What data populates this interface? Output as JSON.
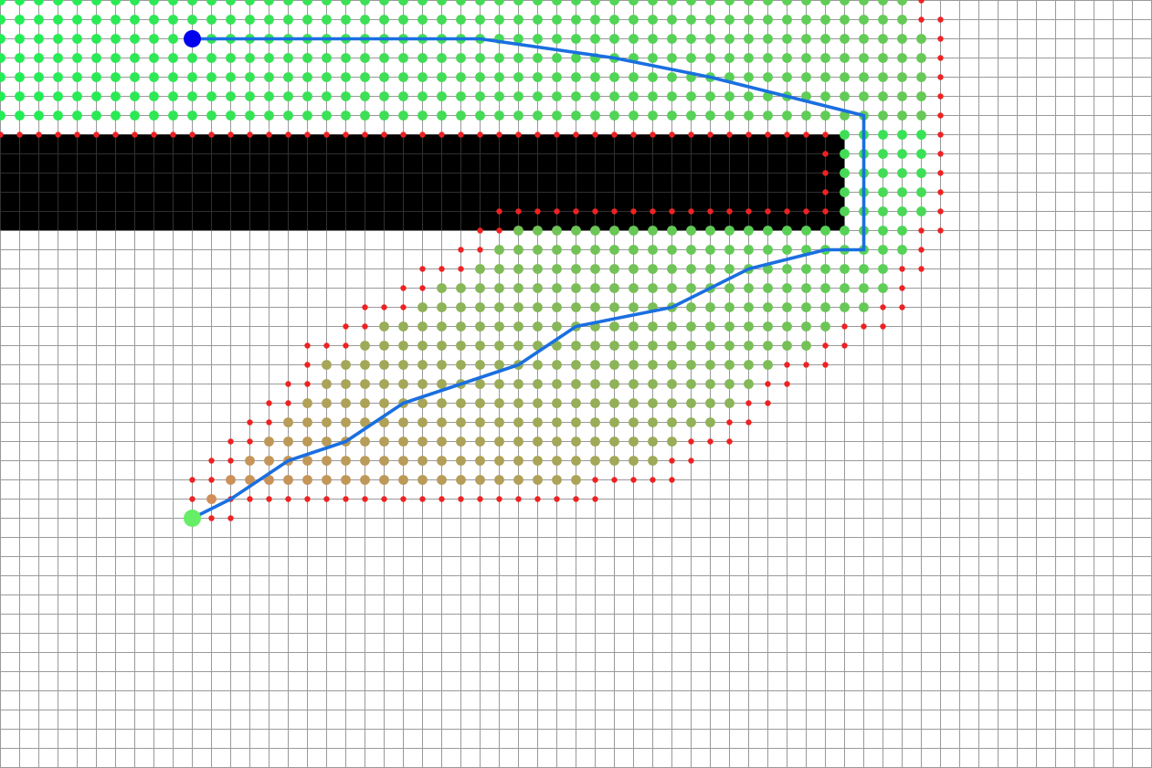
{
  "grid": {
    "columns": 60,
    "rows": 40,
    "line_color": "#9a9a9a",
    "background_color": "#ffffff"
  },
  "obstacle": {
    "color": "#000000",
    "col_start": 0,
    "col_end": 43,
    "row_start": 7,
    "row_end": 11
  },
  "start_node": {
    "col": 10,
    "row": 27,
    "color": "#66ee66"
  },
  "goal_node": {
    "col": 10,
    "row": 2,
    "color": "#0000ee"
  },
  "frontier_color": "#ee2222",
  "visited_gradient": {
    "near_start": "#e8825a",
    "near_goal": "#22ee55"
  },
  "path_color": "#1a6fe0",
  "path": [
    [
      10,
      27
    ],
    [
      12,
      26
    ],
    [
      15,
      24
    ],
    [
      18,
      23
    ],
    [
      21,
      21
    ],
    [
      24,
      20
    ],
    [
      27,
      19
    ],
    [
      30,
      17
    ],
    [
      35,
      16
    ],
    [
      39,
      14
    ],
    [
      43,
      13
    ],
    [
      45,
      13
    ],
    [
      45,
      6
    ],
    [
      41,
      5
    ],
    [
      37,
      4
    ],
    [
      32,
      3
    ],
    [
      25,
      2
    ],
    [
      10,
      2
    ]
  ]
}
